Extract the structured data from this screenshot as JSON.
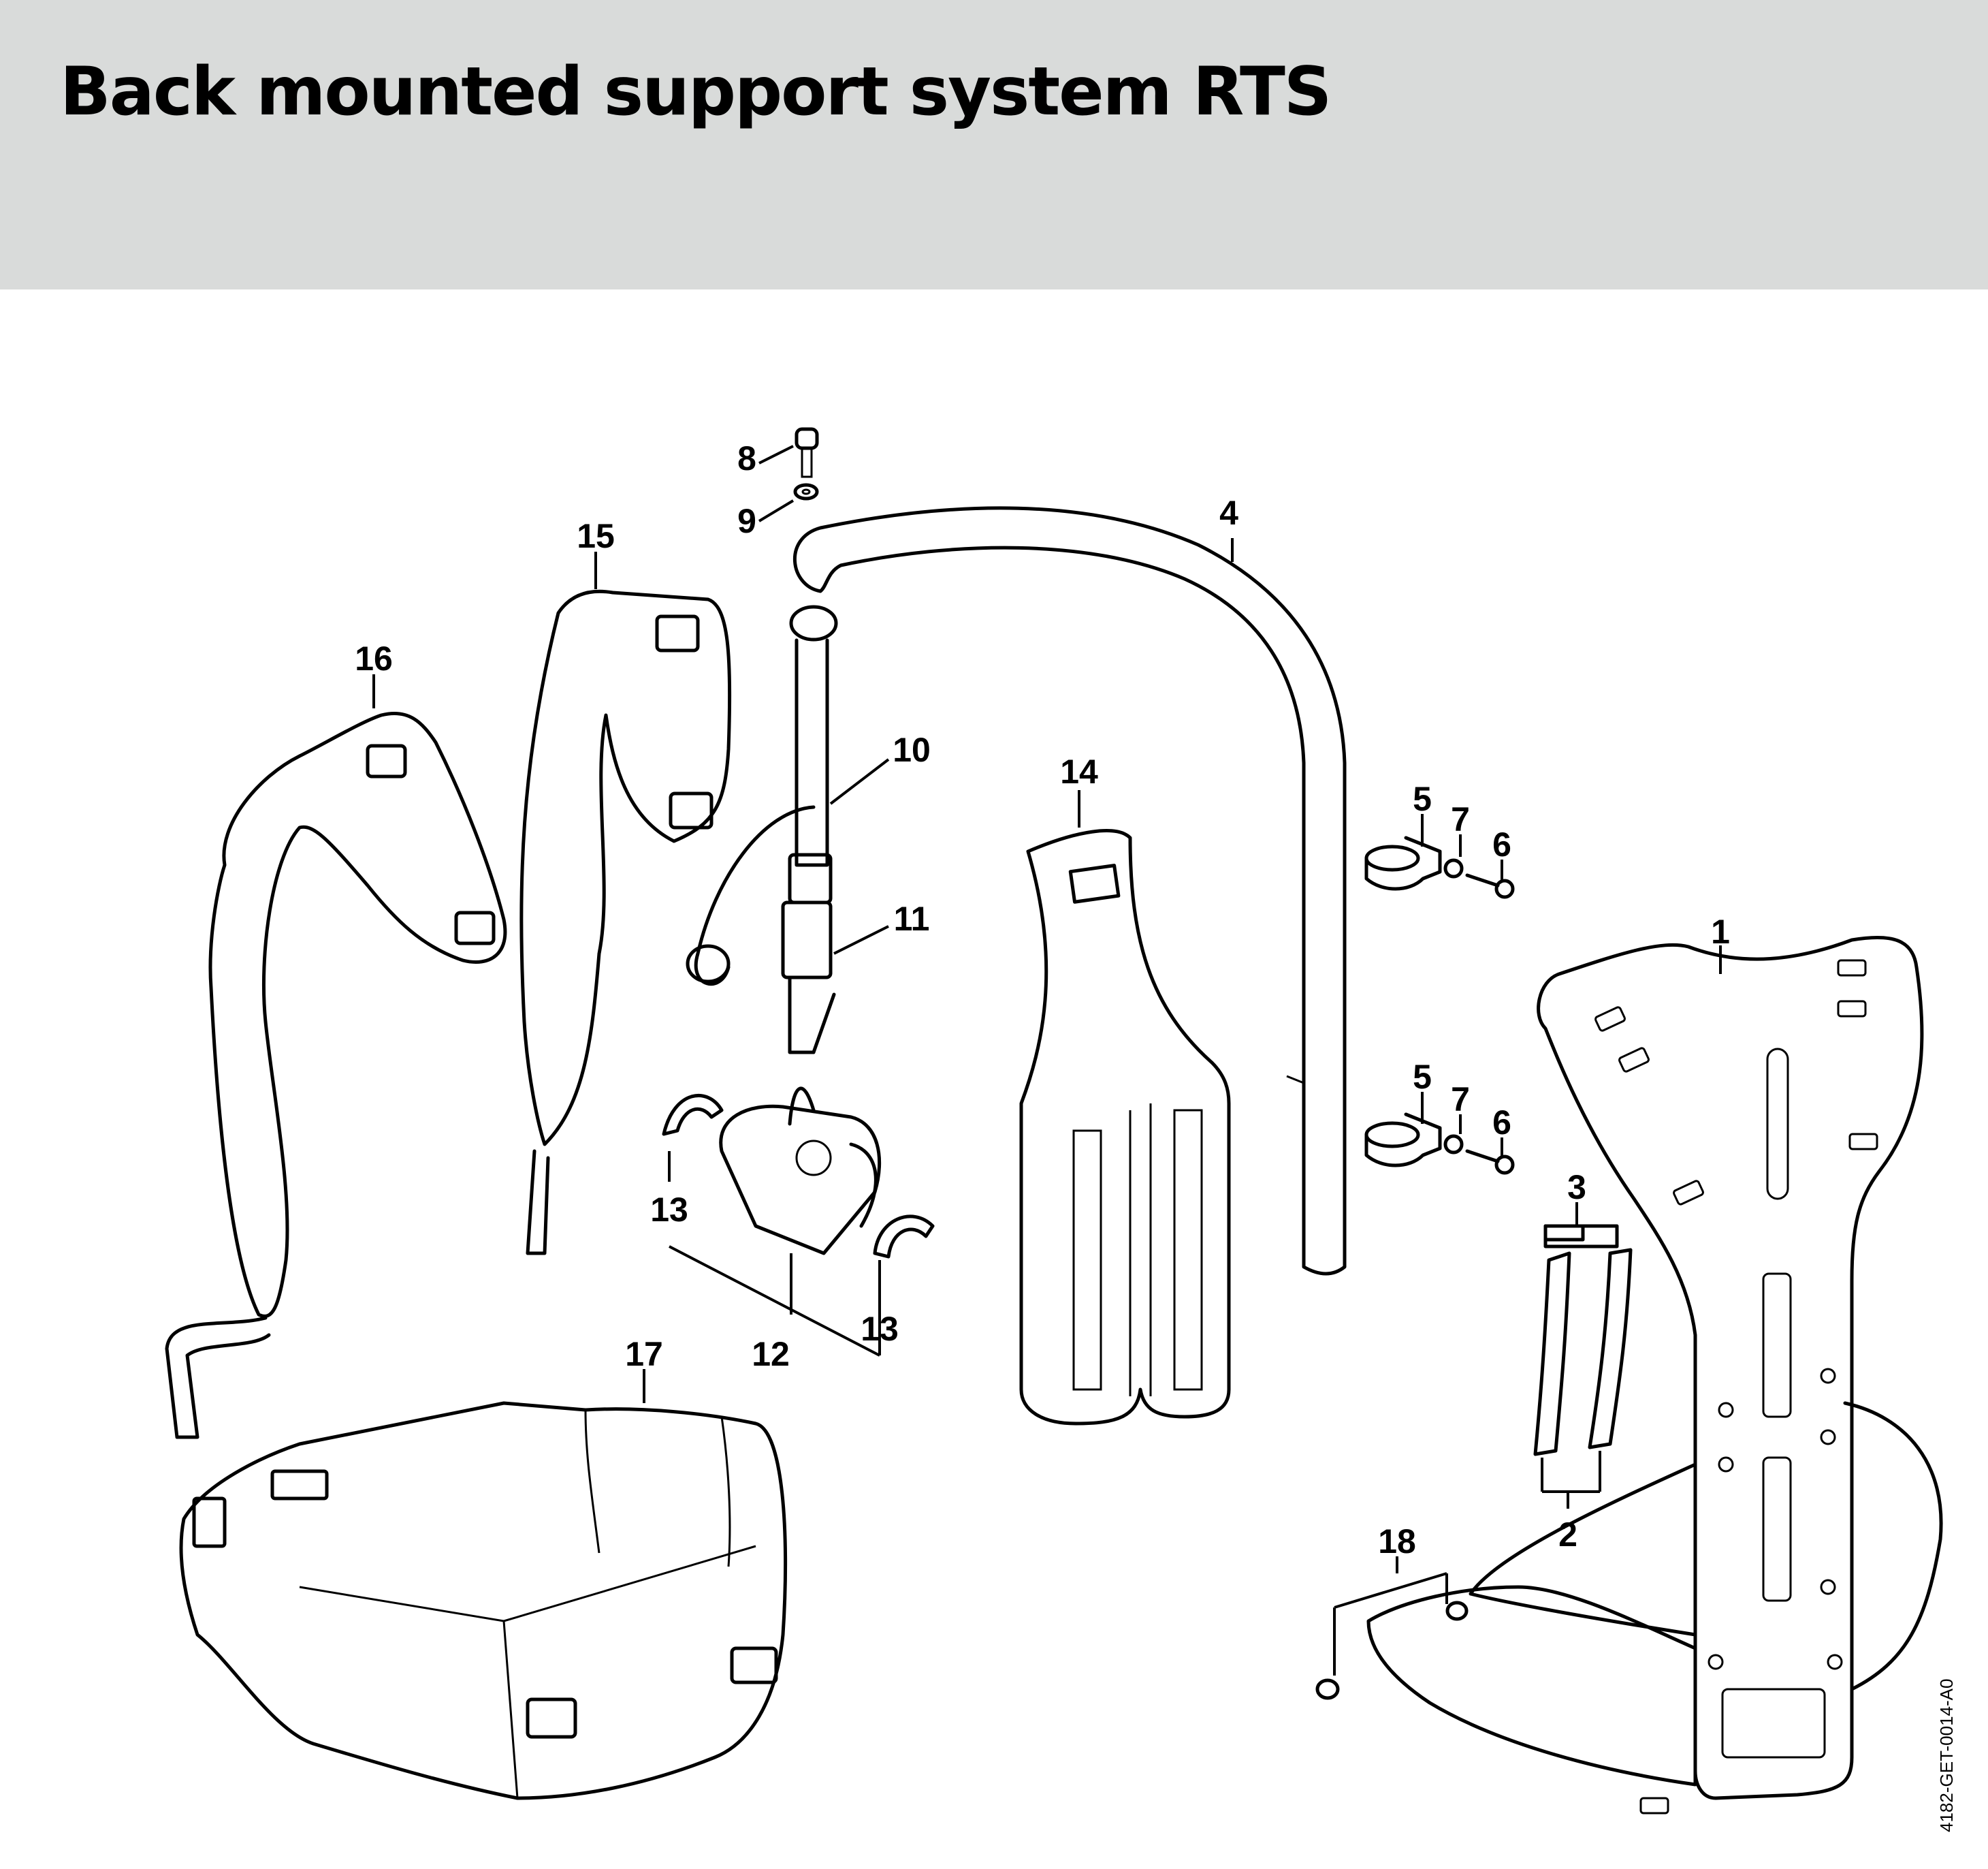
{
  "header": {
    "title": "Back mounted support system RTS"
  },
  "diagram": {
    "drawing_code": "4182-GET-0014-A0",
    "callouts": [
      {
        "id": "1",
        "label": "1"
      },
      {
        "id": "2",
        "label": "2"
      },
      {
        "id": "3",
        "label": "3"
      },
      {
        "id": "4",
        "label": "4"
      },
      {
        "id": "5a",
        "label": "5"
      },
      {
        "id": "5b",
        "label": "5"
      },
      {
        "id": "6a",
        "label": "6"
      },
      {
        "id": "6b",
        "label": "6"
      },
      {
        "id": "7a",
        "label": "7"
      },
      {
        "id": "7b",
        "label": "7"
      },
      {
        "id": "8",
        "label": "8"
      },
      {
        "id": "9",
        "label": "9"
      },
      {
        "id": "10",
        "label": "10"
      },
      {
        "id": "11",
        "label": "11"
      },
      {
        "id": "12",
        "label": "12"
      },
      {
        "id": "13a",
        "label": "13"
      },
      {
        "id": "13b",
        "label": "13"
      },
      {
        "id": "14",
        "label": "14"
      },
      {
        "id": "15",
        "label": "15"
      },
      {
        "id": "16",
        "label": "16"
      },
      {
        "id": "17",
        "label": "17"
      },
      {
        "id": "18",
        "label": "18"
      }
    ]
  }
}
